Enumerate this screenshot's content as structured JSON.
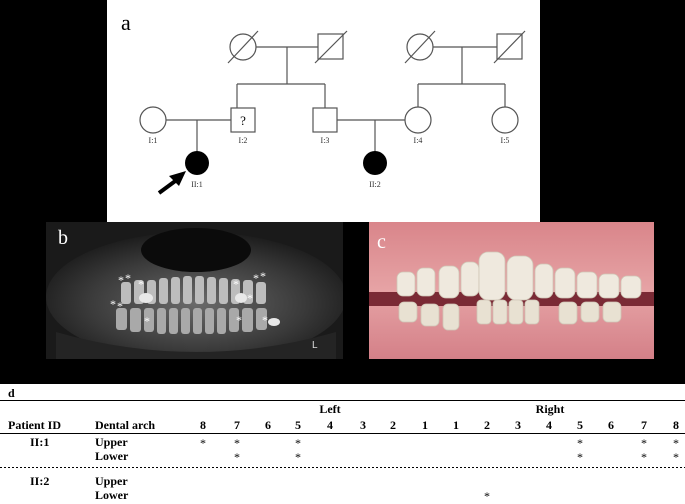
{
  "panel_a": {
    "label": "a",
    "individuals": {
      "I1": "I:1",
      "I2": "I:2",
      "I3": "I:3",
      "I4": "I:4",
      "I5": "I:5",
      "II1": "II:1",
      "II2": "II:2"
    },
    "unknown_mark": "?"
  },
  "panel_b": {
    "label": "b",
    "corner_mark": "L",
    "marker": "*"
  },
  "panel_c": {
    "label": "c"
  },
  "panel_d": {
    "label": "d",
    "header": {
      "patient_id": "Patient ID",
      "dental_arch": "Dental arch",
      "left": "Left",
      "right": "Right"
    },
    "teeth_left": [
      "8",
      "7",
      "6",
      "5",
      "4",
      "3",
      "2",
      "1"
    ],
    "teeth_right": [
      "1",
      "2",
      "3",
      "4",
      "5",
      "6",
      "7",
      "8"
    ],
    "marker": "*",
    "patients": [
      {
        "id": "II:1",
        "arches": [
          {
            "arch": "Upper",
            "left": [
              1,
              1,
              0,
              1,
              0,
              0,
              0,
              0
            ],
            "right": [
              0,
              0,
              0,
              0,
              1,
              0,
              1,
              1
            ]
          },
          {
            "arch": "Lower",
            "left": [
              0,
              1,
              0,
              1,
              0,
              0,
              0,
              0
            ],
            "right": [
              0,
              0,
              0,
              0,
              1,
              0,
              1,
              1
            ]
          }
        ]
      },
      {
        "id": "II:2",
        "arches": [
          {
            "arch": "Upper",
            "left": [
              0,
              0,
              0,
              0,
              0,
              0,
              0,
              0
            ],
            "right": [
              0,
              0,
              0,
              0,
              0,
              0,
              0,
              0
            ]
          },
          {
            "arch": "Lower",
            "left": [
              0,
              0,
              0,
              0,
              0,
              0,
              0,
              0
            ],
            "right": [
              0,
              1,
              0,
              0,
              0,
              0,
              0,
              0
            ]
          }
        ]
      }
    ]
  }
}
